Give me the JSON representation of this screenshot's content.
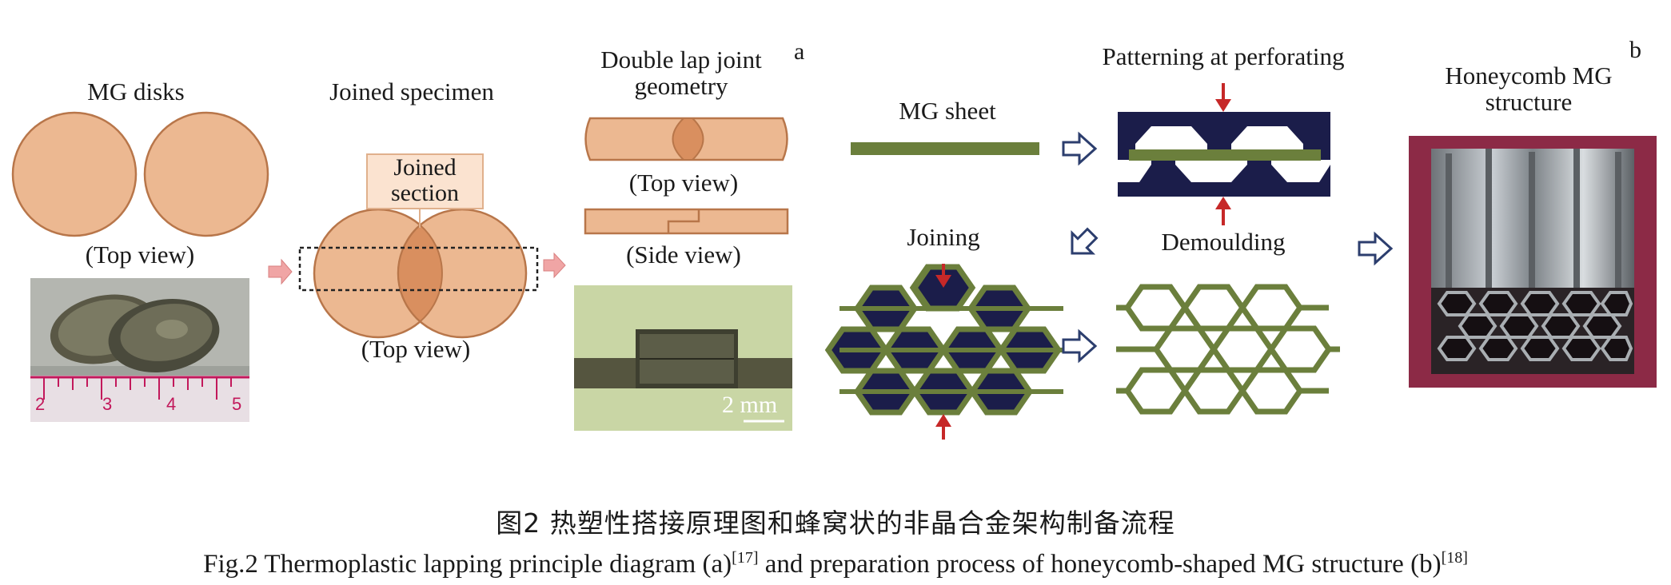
{
  "panel_a": {
    "letter": "a",
    "mg_disks_title": "MG disks",
    "top_view_1": "(Top view)",
    "joined_specimen_title": "Joined specimen",
    "joined_section_callout": "Joined section",
    "top_view_2": "(Top view)",
    "double_lap_title": "Double lap joint geometry",
    "top_view_3": "(Top view)",
    "side_view": "(Side view)",
    "scale_bar": "2 mm",
    "ruler_numbers": [
      "2",
      "3",
      "4",
      "5"
    ]
  },
  "panel_b": {
    "letter": "b",
    "mg_sheet": "MG sheet",
    "patterning": "Patterning at perforating",
    "joining": "Joining",
    "demoulding": "Demoulding",
    "honeycomb_title": "Honeycomb MG structure"
  },
  "caption": {
    "chinese": "图2  热塑性搭接原理图和蜂窝状的非晶合金架构制备流程",
    "english_main": "Fig.2  Thermoplastic lapping principle diagram (a)",
    "ref_a": "[17]",
    "english_mid": " and preparation process of honeycomb-shaped MG structure (b)",
    "ref_b": "[18]"
  },
  "colors": {
    "disk_fill": "#ecb891",
    "disk_stroke": "#b8764a",
    "overlap_fill": "#d98f5f",
    "arrow_pink": "#f0a5a5",
    "mg_green": "#6b7f3c",
    "mould_navy": "#1b1d4a",
    "press_red": "#c62828",
    "outline_arrow": "#2c3e6e"
  }
}
